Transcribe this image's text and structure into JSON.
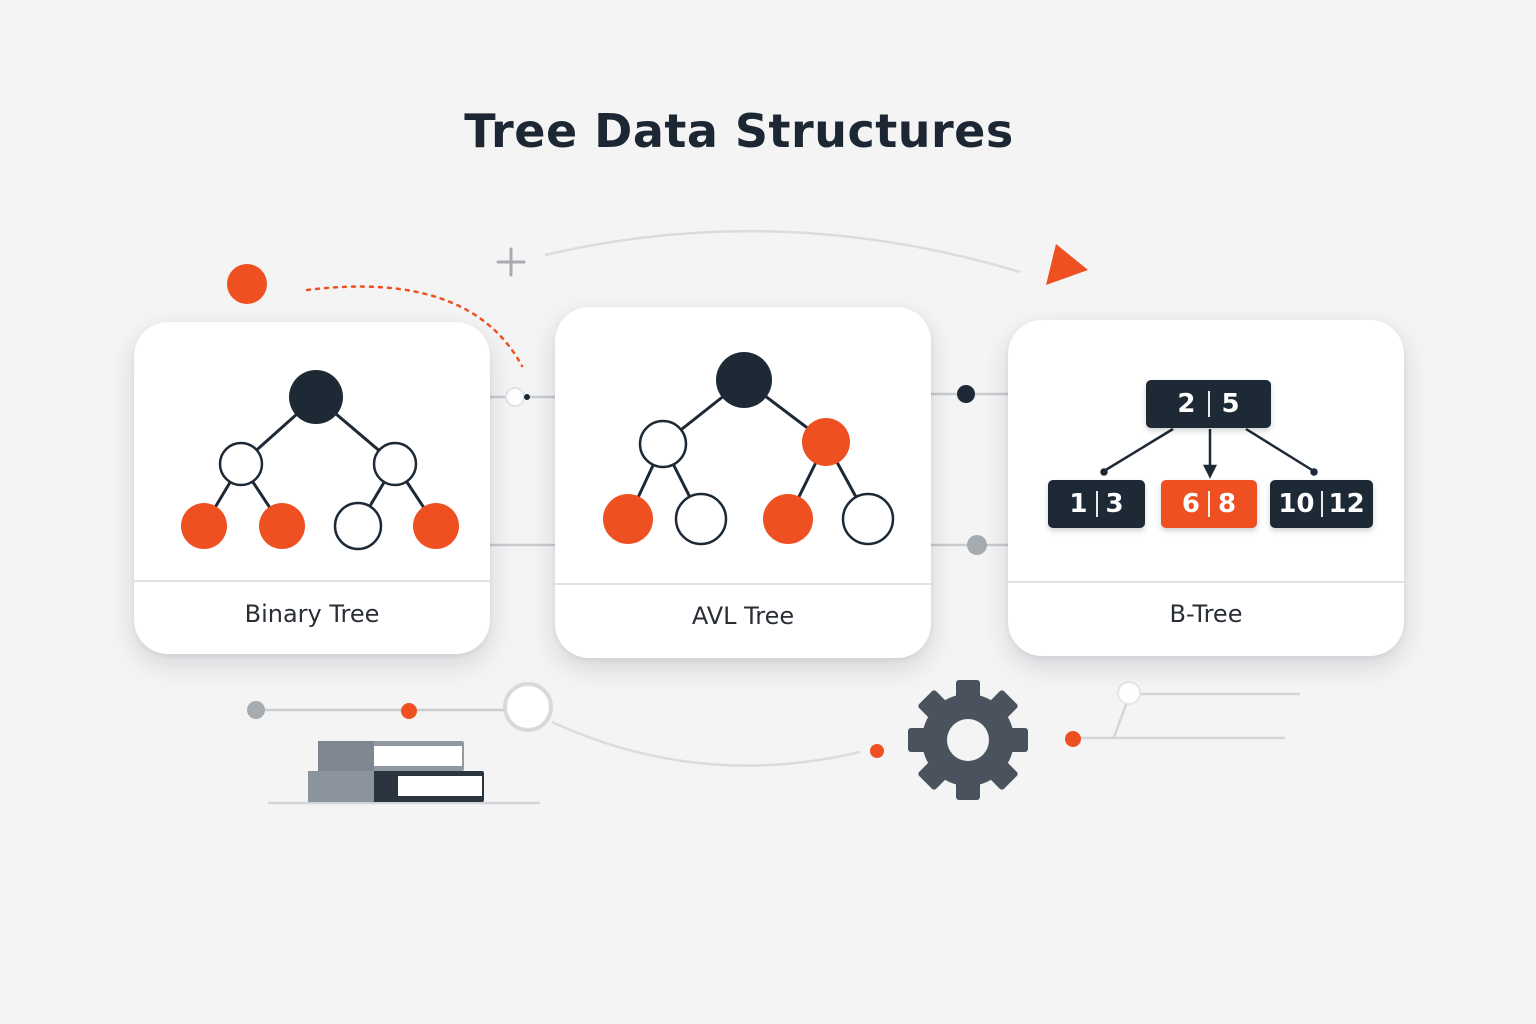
{
  "title": "Tree Data Structures",
  "colors": {
    "accent": "#ee5022",
    "dark": "#1d2935",
    "background": "#f4f4f5",
    "gray": "#9ea3a9"
  },
  "cards": {
    "binary": {
      "label": "Binary Tree"
    },
    "avl": {
      "label": "AVL Tree"
    },
    "btree": {
      "label": "B-Tree",
      "root": {
        "left": "2",
        "right": "5"
      },
      "children": [
        {
          "left": "1",
          "right": "3",
          "highlight": false
        },
        {
          "left": "6",
          "right": "8",
          "highlight": true
        },
        {
          "left": "10",
          "right": "12",
          "highlight": false
        }
      ]
    }
  },
  "icons": {
    "gear": "gear-icon",
    "books": "books-icon",
    "plus": "plus-icon",
    "triangle": "triangle-icon"
  }
}
